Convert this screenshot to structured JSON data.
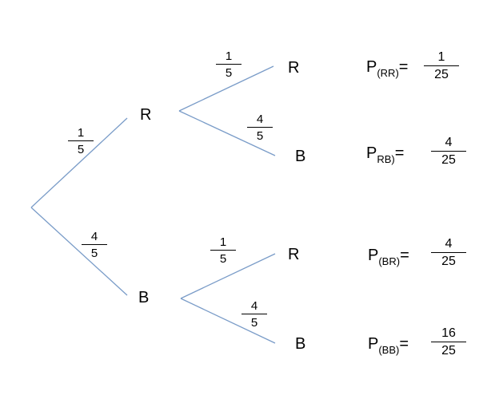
{
  "colors": {
    "branch": "#7a9cc8",
    "text": "#000000",
    "background": "#ffffff"
  },
  "tree": {
    "first_level": {
      "R": {
        "label": "R",
        "prob_num": "1",
        "prob_den": "5"
      },
      "B": {
        "label": "B",
        "prob_num": "4",
        "prob_den": "5"
      }
    },
    "second_level": {
      "RR": {
        "label": "R",
        "prob_num": "1",
        "prob_den": "5"
      },
      "RB": {
        "label": "B",
        "prob_num": "4",
        "prob_den": "5"
      },
      "BR": {
        "label": "R",
        "prob_num": "1",
        "prob_den": "5"
      },
      "BB": {
        "label": "B",
        "prob_num": "4",
        "prob_den": "5"
      }
    }
  },
  "results": {
    "RR": {
      "p": "P",
      "sub": "(RR)",
      "eq": "=",
      "num": "1",
      "den": "25"
    },
    "RB": {
      "p": "P",
      "sub": "RB)",
      "eq": "=",
      "num": "4",
      "den": "25"
    },
    "BR": {
      "p": "P",
      "sub": "(BR)",
      "eq": "=",
      "num": "4",
      "den": "25"
    },
    "BB": {
      "p": "P",
      "sub": "(BB)",
      "eq": "=",
      "num": "16",
      "den": "25"
    }
  }
}
